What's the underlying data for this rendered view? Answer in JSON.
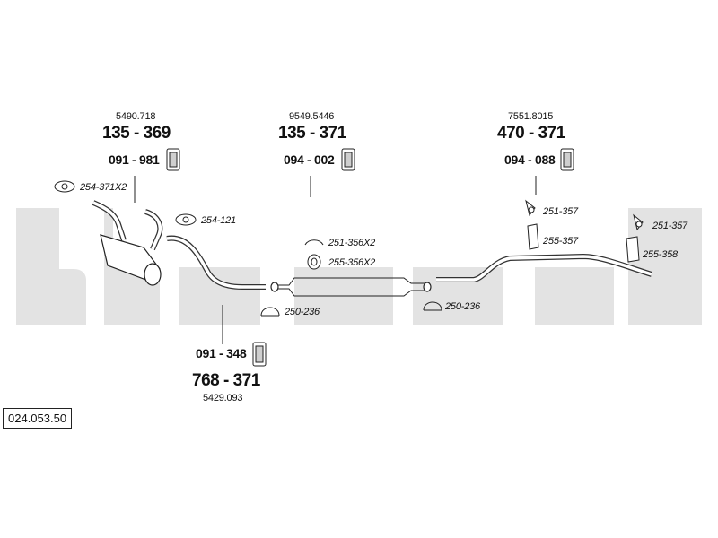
{
  "watermark": {
    "color": "#e3e3e3"
  },
  "reference": "024.053.50",
  "groups": {
    "left": {
      "oem": "5490.718",
      "main": "135 - 369",
      "hanger": "091 - 981"
    },
    "middle": {
      "oem": "9549.5446",
      "main": "135 - 371",
      "hanger": "094 - 002"
    },
    "right": {
      "oem": "7551.8015",
      "main": "470 - 371",
      "hanger": "094 - 088"
    },
    "bottom": {
      "hanger": "091 - 348",
      "main": "768 - 371",
      "oem": "5429.093"
    }
  },
  "small_parts": {
    "gasket_left": "254-371X2",
    "gasket_mid": "254-121",
    "clamp_mid_top": "251-356X2",
    "ring_mid": "255-356X2",
    "clamp_left": "250-236",
    "clamp_right": "250-236",
    "bracket_1": "251-357",
    "strap_1": "255-357",
    "bracket_2": "251-357",
    "strap_2": "255-358"
  }
}
